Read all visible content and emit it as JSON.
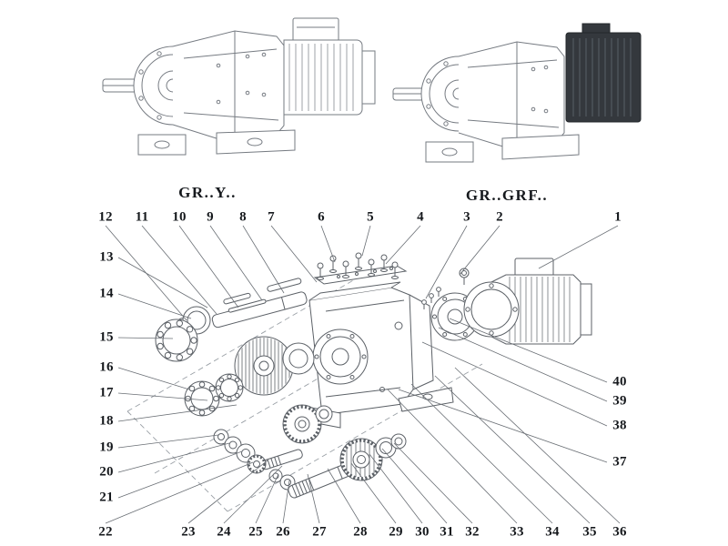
{
  "diagram": {
    "title_context": "gear-reducer-exploded-view",
    "variants": [
      {
        "label": "GR..Y.."
      },
      {
        "label": "GR..GRF.."
      }
    ],
    "callouts": {
      "top": [
        "12",
        "11",
        "10",
        "9",
        "8",
        "7",
        "6",
        "5",
        "4",
        "3",
        "2",
        "1"
      ],
      "left": [
        "13",
        "14",
        "15",
        "16",
        "17",
        "18",
        "19",
        "20",
        "21"
      ],
      "bottom": [
        "22",
        "23",
        "24",
        "25",
        "26",
        "27",
        "28",
        "29",
        "30",
        "31",
        "32",
        "33",
        "34",
        "35",
        "36"
      ],
      "right": [
        "40",
        "39",
        "38",
        "37"
      ]
    },
    "colors": {
      "line": "#6b7077",
      "part_line": "#5c6167",
      "leader": "#6a6f75",
      "text": "#16191d",
      "dark_unit": "#34383d"
    }
  }
}
